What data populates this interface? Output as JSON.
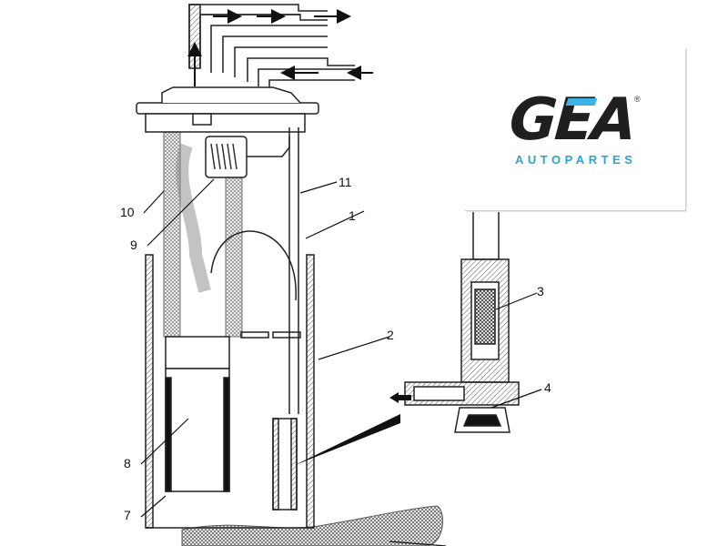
{
  "figure": {
    "subject": "fuel pump module cross-section",
    "callouts": [
      {
        "id": "1",
        "label": "1"
      },
      {
        "id": "2",
        "label": "2"
      },
      {
        "id": "3",
        "label": "3"
      },
      {
        "id": "4",
        "label": "4"
      },
      {
        "id": "7",
        "label": "7"
      },
      {
        "id": "8",
        "label": "8"
      },
      {
        "id": "9",
        "label": "9"
      },
      {
        "id": "10",
        "label": "10"
      },
      {
        "id": "11",
        "label": "11"
      }
    ]
  },
  "logo": {
    "brand": "GEA",
    "registered": "®",
    "tagline": "AUTOPARTES",
    "colors": {
      "text": "#1f1f1f",
      "accent": "#2aa4d6"
    }
  }
}
